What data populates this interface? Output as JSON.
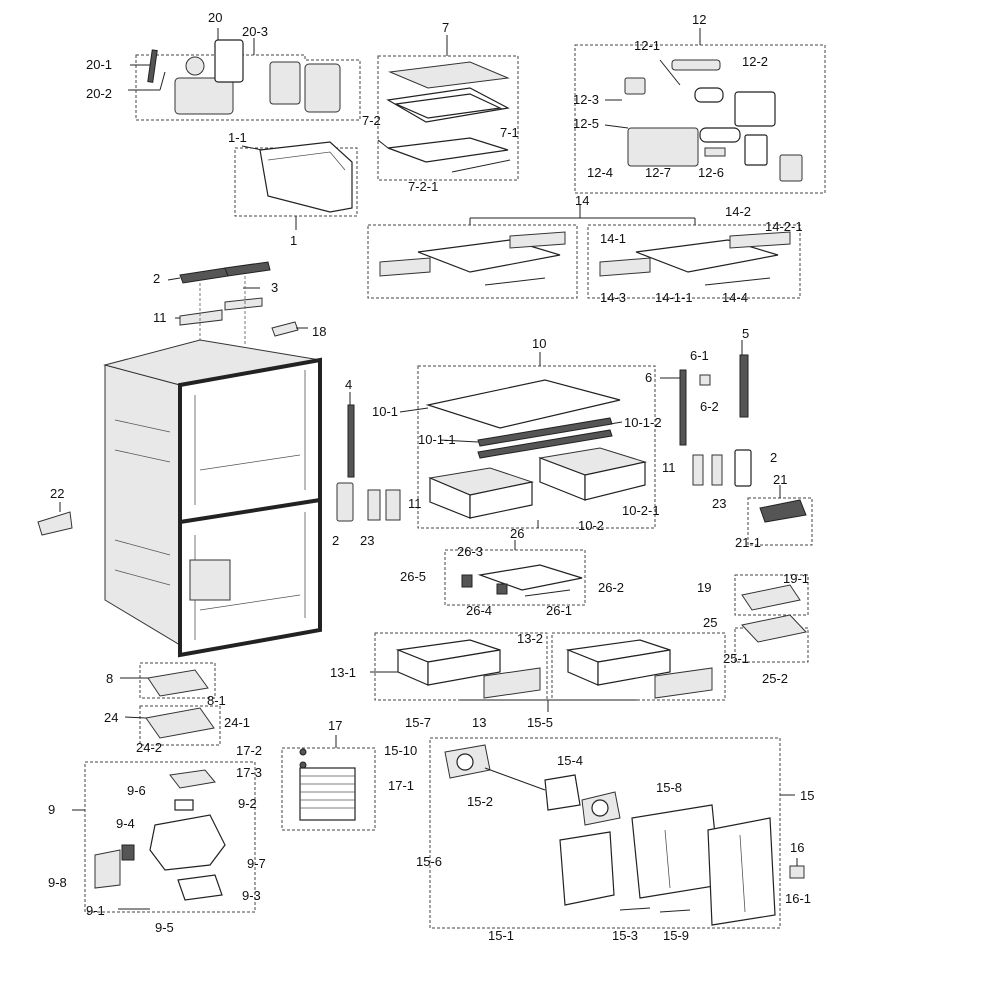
{
  "labels": {
    "l20": "20",
    "l20_1": "20-1",
    "l20_2": "20-2",
    "l20_3": "20-3",
    "l7": "7",
    "l7_1": "7-1",
    "l7_2": "7-2",
    "l7_2_1": "7-2-1",
    "l12": "12",
    "l12_1": "12-1",
    "l12_2": "12-2",
    "l12_3": "12-3",
    "l12_4": "12-4",
    "l12_5": "12-5",
    "l12_6": "12-6",
    "l12_7": "12-7",
    "l1": "1",
    "l1_1": "1-1",
    "l14": "14",
    "l14_1": "14-1",
    "l14_1_1": "14-1-1",
    "l14_2": "14-2",
    "l14_2_1": "14-2-1",
    "l14_3": "14-3",
    "l14_4": "14-4",
    "l2a": "2",
    "l3": "3",
    "l11a": "11",
    "l18": "18",
    "l10": "10",
    "l10_1": "10-1",
    "l10_1_1": "10-1-1",
    "l10_1_2": "10-1-2",
    "l10_2": "10-2",
    "l10_2_1": "10-2-1",
    "l4": "4",
    "l5": "5",
    "l6": "6",
    "l6_1": "6-1",
    "l6_2": "6-2",
    "l11b": "11",
    "l11c": "11",
    "l23a": "23",
    "l23b": "23",
    "l2b": "2",
    "l2c": "2",
    "l22": "22",
    "l21": "21",
    "l21_1": "21-1",
    "l26": "26",
    "l26_1": "26-1",
    "l26_2": "26-2",
    "l26_3": "26-3",
    "l26_4": "26-4",
    "l26_5": "26-5",
    "l19": "19",
    "l19_1": "19-1",
    "l25": "25",
    "l25_1": "25-1",
    "l25_2": "25-2",
    "l13": "13",
    "l13_1": "13-1",
    "l13_2": "13-2",
    "l8": "8",
    "l8_1": "8-1",
    "l24": "24",
    "l24_1": "24-1",
    "l24_2": "24-2",
    "l17": "17",
    "l17_1": "17-1",
    "l17_2": "17-2",
    "l17_3": "17-3",
    "l9": "9",
    "l9_1": "9-1",
    "l9_2": "9-2",
    "l9_3": "9-3",
    "l9_4": "9-4",
    "l9_5": "9-5",
    "l9_6": "9-6",
    "l9_7": "9-7",
    "l9_8": "9-8",
    "l15": "15",
    "l15_1": "15-1",
    "l15_2": "15-2",
    "l15_3": "15-3",
    "l15_4": "15-4",
    "l15_5": "15-5",
    "l15_6": "15-6",
    "l15_7": "15-7",
    "l15_8": "15-8",
    "l15_9": "15-9",
    "l15_10": "15-10",
    "l16": "16",
    "l16_1": "16-1"
  }
}
